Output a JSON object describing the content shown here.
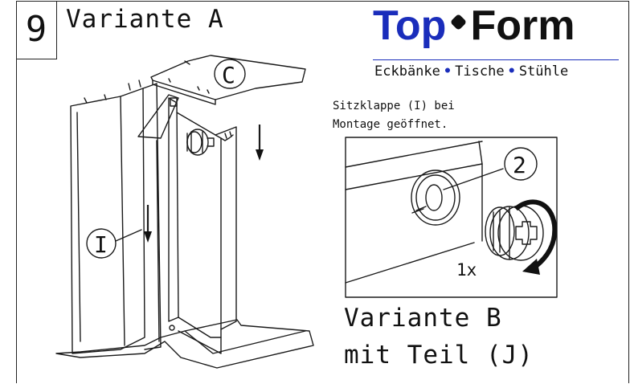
{
  "step": {
    "number": "9"
  },
  "variant_a": {
    "title": "Variante A"
  },
  "brand": {
    "name_part1": "Top",
    "name_part2": "Form",
    "tagline_items": [
      "Eckbänke",
      "Tische",
      "Stühle"
    ],
    "colors": {
      "brand_blue": "#1a2dbb",
      "text": "#111111"
    }
  },
  "note": {
    "line1": "Sitzklappe (I) bei",
    "line2": "Montage geöffnet."
  },
  "callouts": {
    "part_c": "C",
    "part_i": "I",
    "detail_2": "2"
  },
  "detail": {
    "quantity": "1x"
  },
  "variant_b": {
    "line1": "Variante B",
    "line2": "mit Teil (J)"
  },
  "icons": [
    "diamond-dot-icon",
    "down-arrow-icon",
    "rotation-arrow-icon",
    "bolt-icon"
  ]
}
